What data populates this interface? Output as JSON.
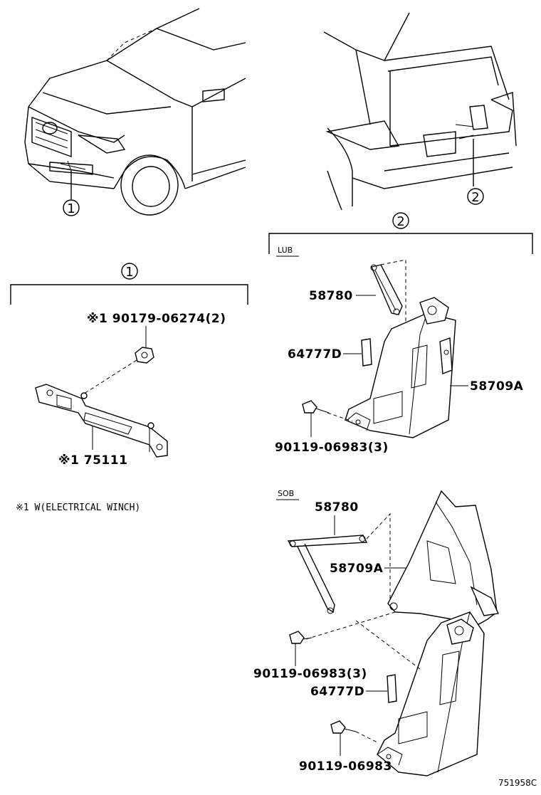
{
  "callouts": {
    "front": "1",
    "rear": "2"
  },
  "section1": {
    "title": "1",
    "part_nut": "※1 90179-06274(2)",
    "part_bracket": "※1 75111",
    "footnote": "※1 W(ELECTRICAL WINCH)"
  },
  "section2": {
    "title": "2",
    "lub": {
      "tag": "LUB",
      "rod": "58780",
      "pin": "64777D",
      "bracket": "58709A",
      "bolt": "90119-06983(3)"
    },
    "sob": {
      "tag": "SOB",
      "rod": "58780",
      "bracket": "58709A",
      "bolt": "90119-06983(3)",
      "pin": "64777D",
      "bolt2": "90119-06983"
    }
  },
  "figure_id": "751958C"
}
